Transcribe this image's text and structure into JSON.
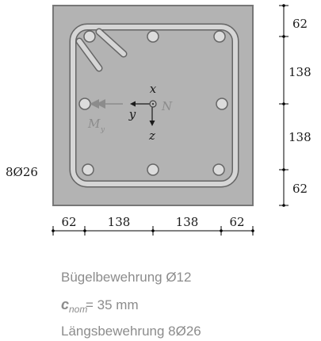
{
  "labels": {
    "dim_right_top": "62",
    "dim_right_mid1": "138",
    "dim_right_mid2": "138",
    "dim_right_bottom": "62",
    "dim_bottom_left": "62",
    "dim_bottom_mid1": "138",
    "dim_bottom_mid2": "138",
    "dim_bottom_right": "62",
    "rebar_label": "8Ø26",
    "axis_x": "x",
    "axis_y": "y",
    "axis_z": "z",
    "force_n": "N",
    "moment_m": "M",
    "moment_sub": "y",
    "legend_stirrup": "Bügelbewehrung Ø12",
    "legend_cnom_main": "c",
    "legend_cnom_sub": "nom",
    "legend_cnom_value": " = 35 mm",
    "legend_long": "Längsbewehrung 8Ø26"
  },
  "colors": {
    "section_fill": "#b3b3b3",
    "section_stroke": "#777777",
    "stirrup_fill": "#d6d6d6",
    "stirrup_stroke": "#666666",
    "bar_fill": "#dcdcdc",
    "bar_stroke": "#666666",
    "dim_color": "#000000",
    "text_gray": "#8c8c8c",
    "text_dark": "#1a1a1a"
  }
}
